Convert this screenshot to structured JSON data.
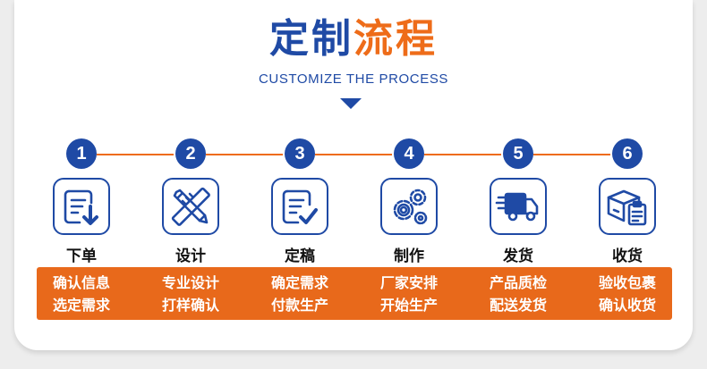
{
  "title": {
    "part1": "定制",
    "part2": "流程"
  },
  "subtitle": "CUSTOMIZE THE PROCESS",
  "colors": {
    "blue": "#1f4aa5",
    "orange": "#ee6c19"
  },
  "steps": [
    {
      "number": "1",
      "icon": "document-download-icon",
      "label": "下单",
      "desc1": "确认信息",
      "desc2": "选定需求"
    },
    {
      "number": "2",
      "icon": "pencil-ruler-icon",
      "label": "设计",
      "desc1": "专业设计",
      "desc2": "打样确认"
    },
    {
      "number": "3",
      "icon": "document-check-icon",
      "label": "定稿",
      "desc1": "确定需求",
      "desc2": "付款生产"
    },
    {
      "number": "4",
      "icon": "gears-icon",
      "label": "制作",
      "desc1": "厂家安排",
      "desc2": "开始生产"
    },
    {
      "number": "5",
      "icon": "delivery-truck-icon",
      "label": "发货",
      "desc1": "产品质检",
      "desc2": "配送发货"
    },
    {
      "number": "6",
      "icon": "package-clipboard-icon",
      "label": "收货",
      "desc1": "验收包裹",
      "desc2": "确认收货"
    }
  ]
}
